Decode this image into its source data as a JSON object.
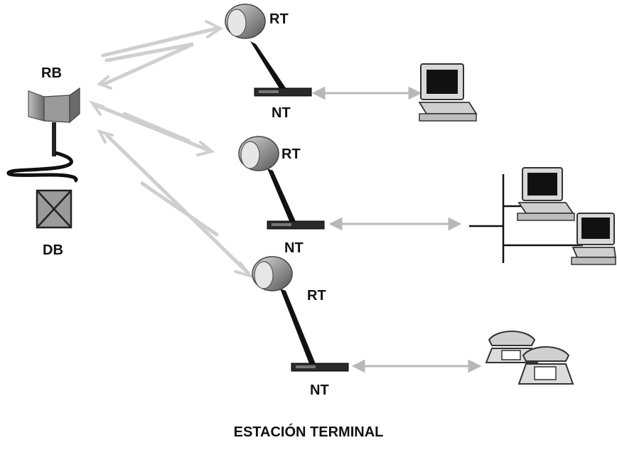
{
  "base_station": {
    "rb_label": "RB",
    "db_label": "DB"
  },
  "terminals": [
    {
      "rt_label": "RT",
      "nt_label": "NT",
      "device": "computer-icon"
    },
    {
      "rt_label": "RT",
      "nt_label": "NT",
      "device": "lan-computers-icon"
    },
    {
      "rt_label": "RT",
      "nt_label": "NT",
      "device": "telephones-icon"
    }
  ],
  "caption": "ESTACIÓN TERMINAL",
  "colors": {
    "link": "#cfcfcf",
    "cable": "#b8b8b8",
    "line": "#111111",
    "dish": "#8a8a8a"
  }
}
